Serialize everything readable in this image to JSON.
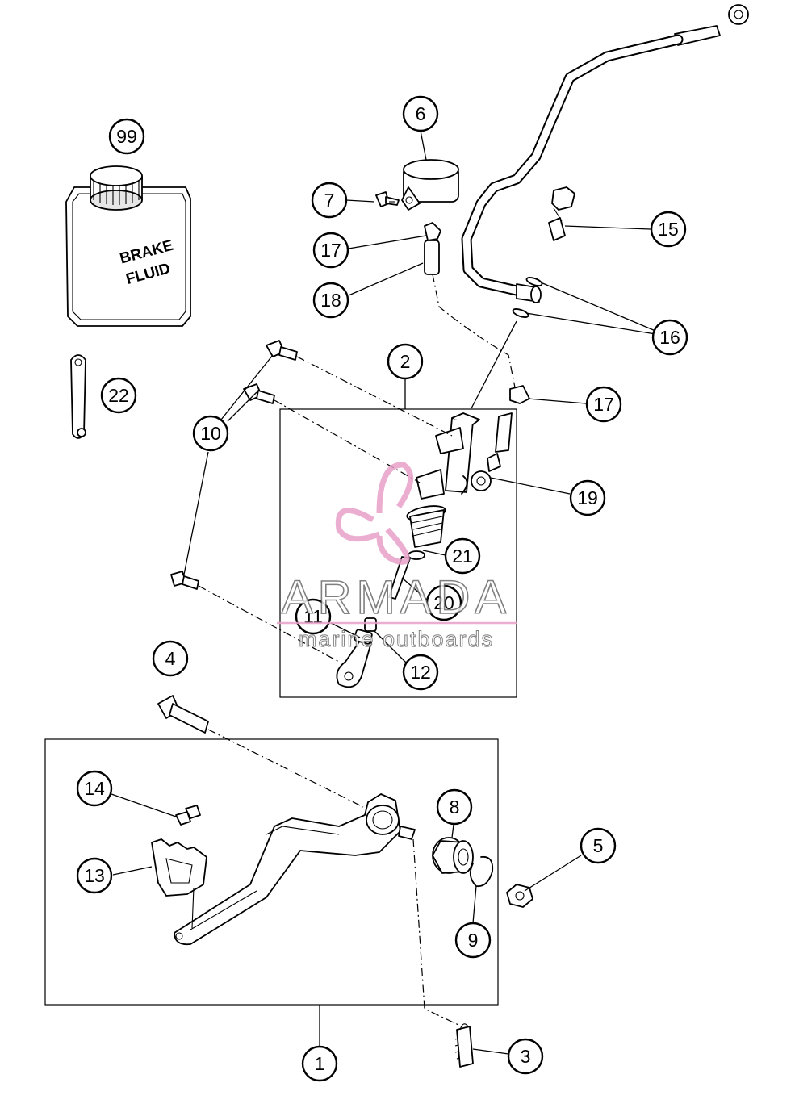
{
  "callouts": [
    {
      "label": "99"
    },
    {
      "label": "6"
    },
    {
      "label": "7"
    },
    {
      "label": "17"
    },
    {
      "label": "18"
    },
    {
      "label": "15"
    },
    {
      "label": "16"
    },
    {
      "label": "22"
    },
    {
      "label": "2"
    },
    {
      "label": "10"
    },
    {
      "label": "17"
    },
    {
      "label": "19"
    },
    {
      "label": "21"
    },
    {
      "label": "20"
    },
    {
      "label": "11"
    },
    {
      "label": "12"
    },
    {
      "label": "4"
    },
    {
      "label": "14"
    },
    {
      "label": "8"
    },
    {
      "label": "5"
    },
    {
      "label": "13"
    },
    {
      "label": "9"
    },
    {
      "label": "1"
    },
    {
      "label": "3"
    }
  ],
  "bottle": {
    "line1": "BRAKE",
    "line2": "FLUID"
  },
  "watermark": {
    "brand": "ARMADA",
    "tagline": "marine outboards",
    "color": "#e8a0c8"
  }
}
